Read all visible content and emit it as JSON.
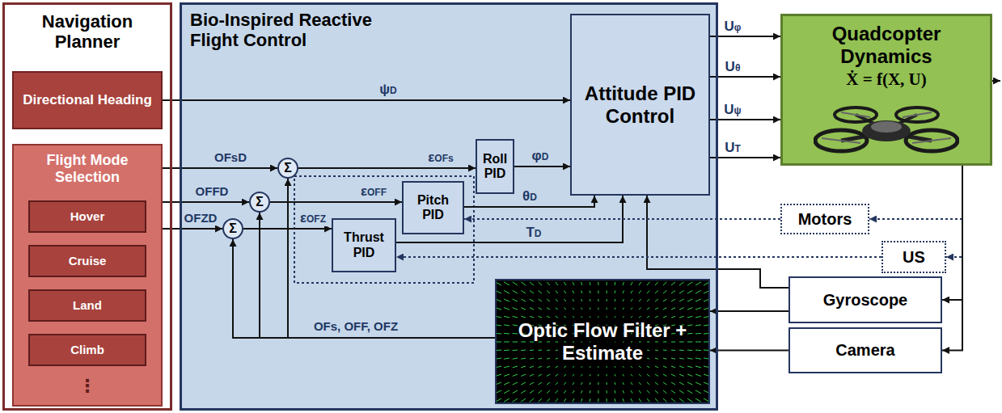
{
  "diagram": {
    "nodes": [
      {
        "text": [
          "Navigation Planner"
        ]
      },
      {
        "text": [
          "Directional Heading"
        ],
        "in": 0
      },
      {
        "text": [
          "Flight Mode Selection"
        ],
        "in": 0
      },
      {
        "text": [
          "Hover"
        ],
        "in": 2
      },
      {
        "text": [
          "Cruise"
        ],
        "in": 2
      },
      {
        "text": [
          "Land"
        ],
        "in": 2
      },
      {
        "text": [
          "Climb"
        ],
        "in": 2
      },
      {
        "text": [
          "Bio-Inspired Reactive Flight Control"
        ]
      },
      {
        "text": [
          "Attitude PID Control"
        ],
        "in": 7
      },
      {
        "text": [
          "Σ"
        ],
        "in": 7
      },
      {
        "text": [
          "Σ"
        ],
        "in": 7
      },
      {
        "text": [
          "Σ"
        ],
        "in": 7
      },
      {
        "text": [
          "Roll PID"
        ],
        "in": 7
      },
      {
        "text": [
          "Pitch PID"
        ],
        "in": 7
      },
      {
        "text": [
          "Thrust PID"
        ],
        "in": 7
      },
      {
        "text": [
          "Optic Flow Filter + Estimate"
        ],
        "in": 7
      },
      {
        "text": [
          "Quadcopter Dynamics",
          "Ẋ = f(X, U)"
        ]
      },
      {
        "text": [
          "Motors"
        ]
      },
      {
        "text": [
          "US"
        ]
      },
      {
        "text": [
          "Gyroscope"
        ]
      },
      {
        "text": [
          "Camera"
        ]
      }
    ],
    "edges": [
      {
        "from": 1,
        "to": 8,
        "arrow": "to",
        "label": "ψD"
      },
      {
        "from": 2,
        "to": 9,
        "arrow": "to",
        "label": "OFsD"
      },
      {
        "from": 2,
        "to": 10,
        "arrow": "to",
        "label": "OFFD"
      },
      {
        "from": 2,
        "to": 11,
        "arrow": "to",
        "label": "OFZD"
      },
      {
        "from": 9,
        "to": 12,
        "arrow": "to",
        "label": "εOFs"
      },
      {
        "from": 10,
        "to": 13,
        "arrow": "to",
        "label": "εOFF"
      },
      {
        "from": 11,
        "to": 14,
        "arrow": "to",
        "label": "εOFZ"
      },
      {
        "from": 12,
        "to": 8,
        "arrow": "to",
        "label": "φD"
      },
      {
        "from": 13,
        "to": 8,
        "arrow": "to",
        "label": "θD"
      },
      {
        "from": 14,
        "to": 8,
        "arrow": "to",
        "label": "TD"
      },
      {
        "from": 8,
        "to": 16,
        "arrow": "to",
        "label": "Uφ"
      },
      {
        "from": 8,
        "to": 16,
        "arrow": "to",
        "label": "Uθ"
      },
      {
        "from": 8,
        "to": 16,
        "arrow": "to",
        "label": "Uψ"
      },
      {
        "from": 8,
        "to": 16,
        "arrow": "to",
        "label": "UT"
      },
      {
        "from": 16,
        "to": 17,
        "arrow": "to"
      },
      {
        "from": 16,
        "to": 18,
        "arrow": "to"
      },
      {
        "from": 16,
        "to": 19,
        "arrow": "to"
      },
      {
        "from": 16,
        "to": 20,
        "arrow": "to"
      },
      {
        "from": 19,
        "to": 15,
        "arrow": "to"
      },
      {
        "from": 19,
        "to": 8,
        "arrow": "to"
      },
      {
        "from": 20,
        "to": 15,
        "arrow": "to"
      },
      {
        "from": 15,
        "to": 9,
        "arrow": "to"
      },
      {
        "from": 15,
        "to": 10,
        "arrow": "to"
      },
      {
        "from": 15,
        "to": 11,
        "arrow": "to"
      },
      {
        "from": 17,
        "to": 13,
        "arrow": "to"
      },
      {
        "from": 18,
        "to": 14,
        "arrow": "to"
      }
    ],
    "labels": [
      "OFs, OFF, OFZ",
      "⋮"
    ]
  }
}
